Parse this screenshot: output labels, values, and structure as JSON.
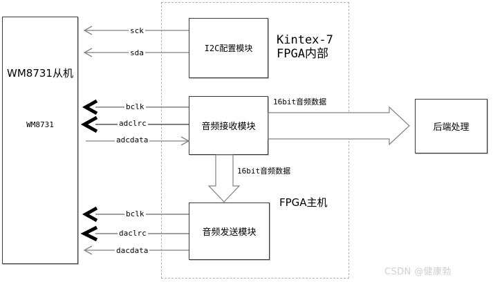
{
  "diagram": {
    "title_region_label": "Kintex-7\nFPGA内部",
    "fpga_host_label": "FPGA主机",
    "watermark": "CSDN @健康勃"
  },
  "boxes": {
    "wm8731_slave": {
      "title": "WM8731从机",
      "subtitle": "WM8731"
    },
    "i2c_config": {
      "label": "I2C配置模块"
    },
    "audio_rx": {
      "label": "音频接收模块"
    },
    "audio_tx": {
      "label": "音频发送模块"
    },
    "backend": {
      "label": "后端处理"
    }
  },
  "signals": {
    "i2c": [
      {
        "name": "sck",
        "direction": "left",
        "bold": false
      },
      {
        "name": "sda",
        "direction": "left",
        "bold": false
      }
    ],
    "adc": [
      {
        "name": "bclk",
        "direction": "left",
        "bold": true
      },
      {
        "name": "adclrc",
        "direction": "left",
        "bold": true
      },
      {
        "name": "adcdata",
        "direction": "right",
        "bold": false
      }
    ],
    "dac": [
      {
        "name": "bclk",
        "direction": "left",
        "bold": true
      },
      {
        "name": "daclrc",
        "direction": "left",
        "bold": true
      },
      {
        "name": "dacdata",
        "direction": "left",
        "bold": false
      }
    ]
  },
  "data_buses": {
    "rx_to_backend": "16bit音频数据",
    "rx_to_tx": "16bit音频数据"
  },
  "colors": {
    "line": "#808080",
    "border": "#3a3a3a",
    "dashed": "#b0b0b0",
    "text": "#000000",
    "watermark": "#cfcfcf"
  }
}
